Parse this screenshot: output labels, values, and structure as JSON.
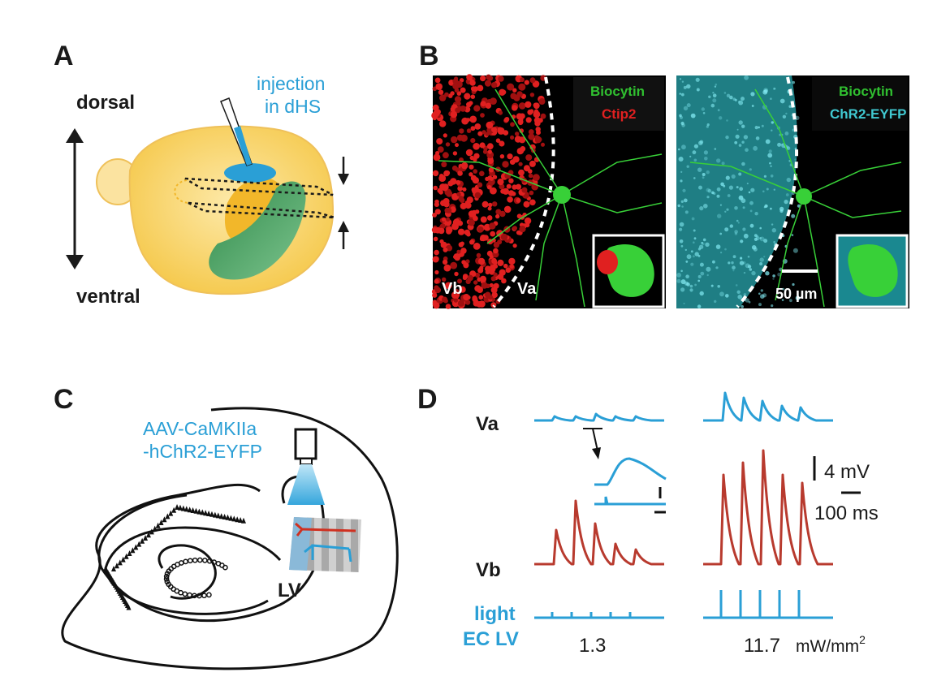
{
  "panels": {
    "A": {
      "letter": "A",
      "dorsal": "dorsal",
      "ventral": "ventral",
      "injection_line1": "injection",
      "injection_line2": "in dHS"
    },
    "B": {
      "letter": "B",
      "left_stain1": "Biocytin",
      "left_stain2": "Ctip2",
      "right_stain1": "Biocytin",
      "right_stain2": "ChR2-EYFP",
      "layer_vb": "Vb",
      "layer_va": "Va",
      "scale_bar": "50 µm"
    },
    "C": {
      "letter": "C",
      "virus_line1": "AAV-CaMKIIa",
      "virus_line2": "-hChR2-EYFP",
      "region": "LV"
    },
    "D": {
      "letter": "D",
      "trace_va": "Va",
      "trace_vb": "Vb",
      "light_line1": "light",
      "light_line2": "EC LV",
      "scale_mv": "4 mV",
      "scale_ms": "100 ms",
      "intensity_low": "1.3",
      "intensity_high": "11.7",
      "intensity_unit": "mW/mm",
      "intensity_unit_sup": "2"
    }
  },
  "colors": {
    "trace_blue": "#2a9fd6",
    "trace_red": "#b83a2e",
    "brain_yellow": "#f5c84a",
    "hippocampus_green": "#3a9a5a",
    "ctip2_red": "#e02020",
    "chr2_cyan": "#40c8d0",
    "biocytin_green": "#30c030"
  }
}
